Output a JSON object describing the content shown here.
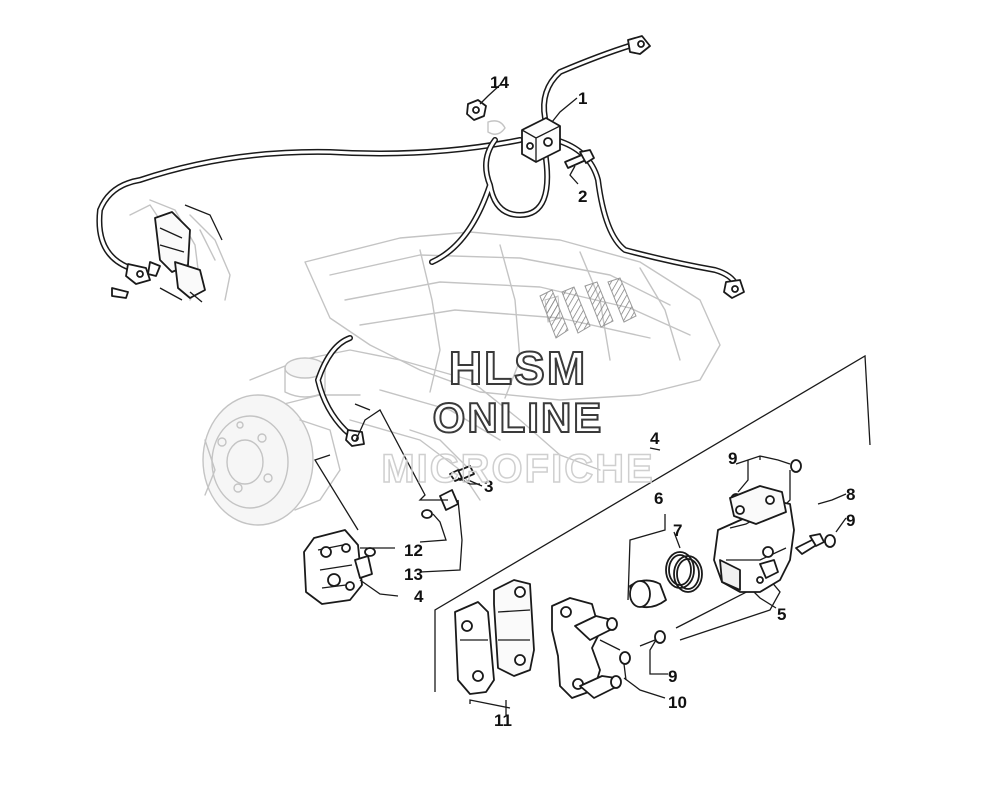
{
  "watermark": {
    "line1": "HLSM",
    "line2": "ONLINE",
    "line3": "MICROFICHE"
  },
  "callouts": {
    "c1": "1",
    "c2": "2",
    "c3": "3",
    "c4_group": "4",
    "c4_caliper": "4",
    "c5": "5",
    "c6": "6",
    "c7": "7",
    "c8": "8",
    "c9_a": "9",
    "c9_b": "9",
    "c9_c": "9",
    "c10": "10",
    "c11": "11",
    "c12": "12",
    "c13": "13",
    "c14": "14"
  }
}
